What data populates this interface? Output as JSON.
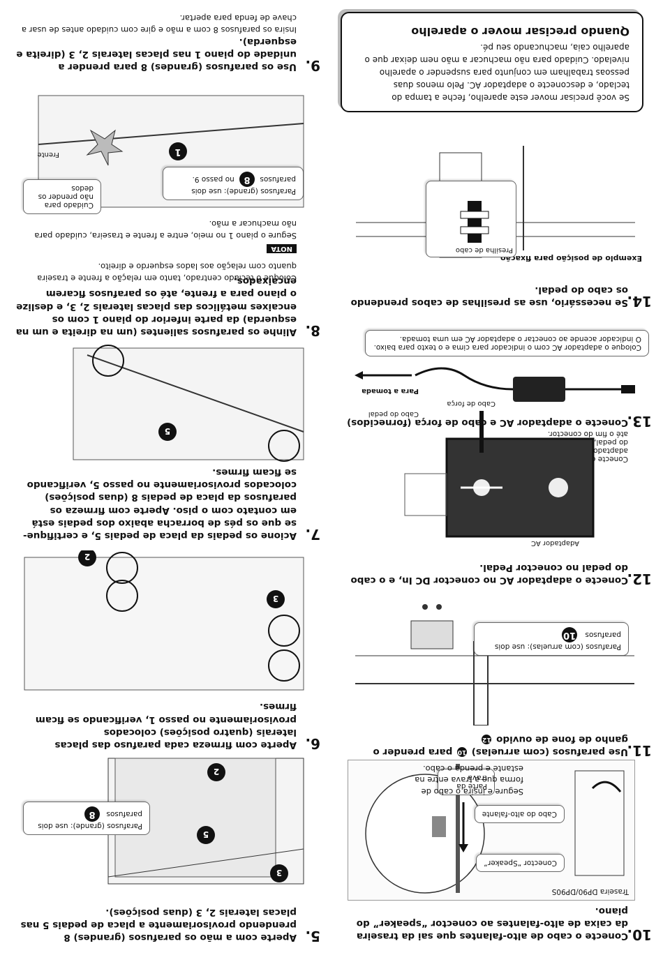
{
  "left_column": {
    "step10": {
      "number": "10.",
      "text": "Conecte o cabo de alto-falantes que sai da traseira da caixa de alto-falantes ao conector “speaker” do piano.",
      "fig_title": "Traseira DP90/DP90S",
      "callout_speaker_conn": "Conector “Speaker”",
      "callout_speaker_cable": "Cabo do alto-falante",
      "callout_latch": "Parte da trava",
      "caption": "Segure e insira o cabo de forma que a trava entre na estante e prenda o cabo."
    },
    "step11": {
      "number": "11.",
      "text_before": "Use parafusos (com arruelas)",
      "screw_ref": "10",
      "text_mid": "para prender o ganho de fone de ouvido",
      "holder_ref": "12",
      "callout_text": "Parafusos (com arruelas): use dois parafusos",
      "callout_badge": "10"
    },
    "step12": {
      "number": "12.",
      "text": "Conecte o adaptador AC no conector DC In, e o cabo do pedal no conector Pedal.",
      "label_pedal_cable": "Cabo do pedal",
      "label_adapter": "Adaptador AC",
      "caption": "Conecte com firmeza o adaptador AC e o cabo do pedal, encaixando até o fim do conector."
    },
    "step13": {
      "number": "13.",
      "text": "Conecte o adaptador AC e cabo de força (fornecidos)",
      "label_outlet": "Para a tomada",
      "label_power_cord": "Cabo de força",
      "note": "Coloque o adaptador AC com o indicador para cima e o texto para baixo. O indicador acende ao conectar o adaptador AC em uma tomada."
    },
    "step14": {
      "number": "14.",
      "text": "Se necessário, use as presilhas de cabos prendendo os cabo do pedal.",
      "fig_title": "Exemplo de posição para fixação",
      "callout_clip": "Presilha de cabo"
    },
    "moving": {
      "title": "Quando precisar mover o aparelho",
      "body": "Se você precisar mover este aparelho, feche a tampa do teclado, e desconecte o adaptador AC. Pelo menos duas pessoas trabalham em conjunto para suspender o aparelho nivelado. Cuidado para não machucar a mão nem deixar que o aparelho caia, machucando seu pé."
    }
  },
  "right_column": {
    "step5": {
      "number": "5.",
      "text": "Aperte com a mão os parafusos (grandes) 8 prendendo provisoriamente a placa de pedais 5 nas placas laterais 2, 3 (duas posições).",
      "callout_text": "Parafusos (grande): use dois parafusos",
      "callout_badge": "8",
      "panel_labels": [
        "2",
        "3",
        "5"
      ]
    },
    "step6": {
      "number": "6.",
      "text": "Aperte com firmeza cada parafuso das placas laterais (quatro posições) colocados provisoriamente no passo 1, verificando se ficam firmes."
    },
    "step7": {
      "number": "7.",
      "text": "Acione os pedais da placa de pedais 5, e certifique-se que os pés de borracha abaixo dos pedais está em contato com o piso. Aperte com firmeza os parafusos da placa de pedais 8 (duas posições) colocados provisoriamente no passo 5, verificando se ficam firmes."
    },
    "step8": {
      "number": "8.",
      "text": "Alinhe os parafusos salientes (um na direita e um na esquerda) da parte inferior do piano 1 com os encaixes metálicos das placas laterais 2, 3, e deslize o piano para a frente, até os parafusos ficarem encaixados.",
      "sub": "Coloque o teclado centrado, tanto em relação a frente e traseira quanto com relação aos lados esquerdo e direito.",
      "note_label": "NOTA",
      "note_text": "Segure o piano 1 no meio, entre a frente e traseira, cuidado para não machucar a mão."
    },
    "step9": {
      "number": "9.",
      "text": "Use os parafusos (grandes) 8 para prender a unidade do piano 1 nas placas laterais 2, 3 (direita e esquerda).",
      "sub": "Insira os parafusos 8 com a mão e gire com cuidado antes de usar a chave de fenda para apertar.",
      "callout_screws": "Parafusos (grande): use dois parafusos",
      "callout_step": "no passo 9.",
      "callout_badge": "8",
      "callout_fingers": "Cuidado para não prender os dedos",
      "label_front": "Frente",
      "badge_piano": "1"
    }
  }
}
